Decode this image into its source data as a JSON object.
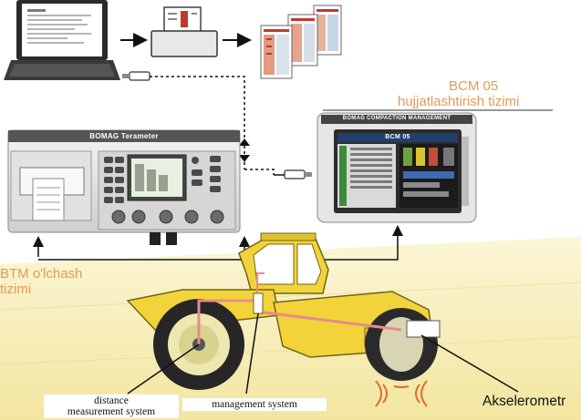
{
  "labels": {
    "bcm_line1": "BCM 05",
    "bcm_line2": "hujjatlashtirish tizimi",
    "btm_line1": "BTM o'lchash",
    "btm_line2": "tizimi",
    "terameter_title": "BOMAG Terameter",
    "bcm_device_title": "BOMAG COMPACTION MANAGEMENT",
    "bcm_screen_title": "BCM 05",
    "distance_line1": "distance",
    "distance_line2": "measurement system",
    "management": "management system",
    "akselerometr": "Akselerometr"
  },
  "icons": [
    "laptop-icon",
    "document-stack-icon",
    "usb-cable-icon",
    "roller-compactor-icon"
  ],
  "colors": {
    "label_orange": "#e39a53",
    "roller_yellow": "#f2d43a",
    "ground_yellow": "#f6eba8",
    "signal_red": "#e98b8b"
  }
}
